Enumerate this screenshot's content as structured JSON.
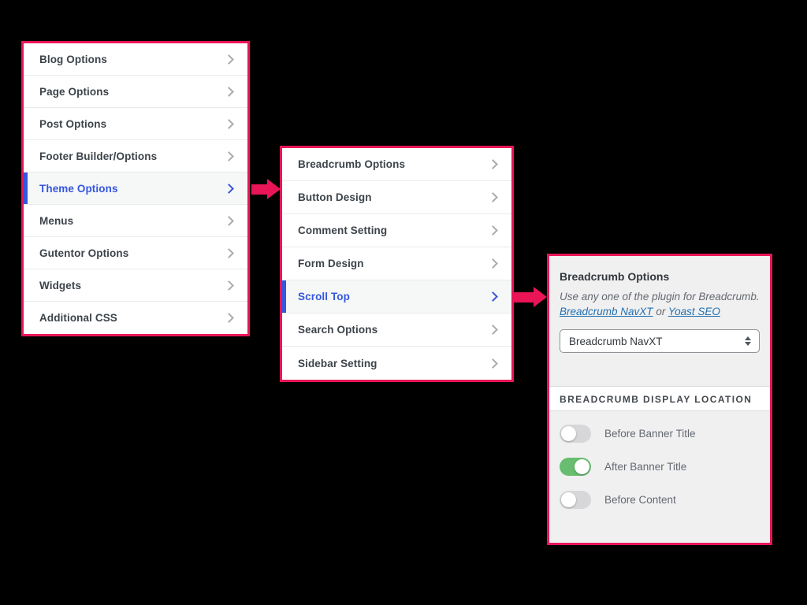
{
  "colors": {
    "background": "#000000",
    "annotation_pink": "#e91557",
    "active_blue": "#3556dd",
    "link_blue": "#2271b1",
    "toggle_on_green": "#68bd70"
  },
  "left_menu": {
    "items": [
      {
        "label": "Blog Options",
        "state": "default"
      },
      {
        "label": "Page Options",
        "state": "default"
      },
      {
        "label": "Post Options",
        "state": "default"
      },
      {
        "label": "Footer Builder/Options",
        "state": "default"
      },
      {
        "label": "Theme Options",
        "state": "active"
      },
      {
        "label": "Menus",
        "state": "default"
      },
      {
        "label": "Gutentor Options",
        "state": "default"
      },
      {
        "label": "Widgets",
        "state": "default"
      },
      {
        "label": "Additional CSS",
        "state": "default"
      }
    ]
  },
  "middle_menu": {
    "items": [
      {
        "label": "Breadcrumb Options",
        "state": "default"
      },
      {
        "label": "Button Design",
        "state": "default"
      },
      {
        "label": "Comment Setting",
        "state": "default"
      },
      {
        "label": "Form Design",
        "state": "default"
      },
      {
        "label": "Scroll Top",
        "state": "active"
      },
      {
        "label": "Search Options",
        "state": "default"
      },
      {
        "label": "Sidebar Setting",
        "state": "default"
      }
    ]
  },
  "detail_panel": {
    "title": "Breadcrumb Options",
    "description": "Use any one of the plugin for Breadcrumb.",
    "link1": "Breadcrumb NavXT",
    "link_separator": "or",
    "link2": "Yoast SEO",
    "select_value": "Breadcrumb NavXT",
    "section_header": "BREADCRUMB DISPLAY LOCATION",
    "toggles": [
      {
        "label": "Before Banner Title",
        "state": "off"
      },
      {
        "label": "After Banner Title",
        "state": "on"
      },
      {
        "label": "Before Content",
        "state": "off"
      }
    ]
  }
}
